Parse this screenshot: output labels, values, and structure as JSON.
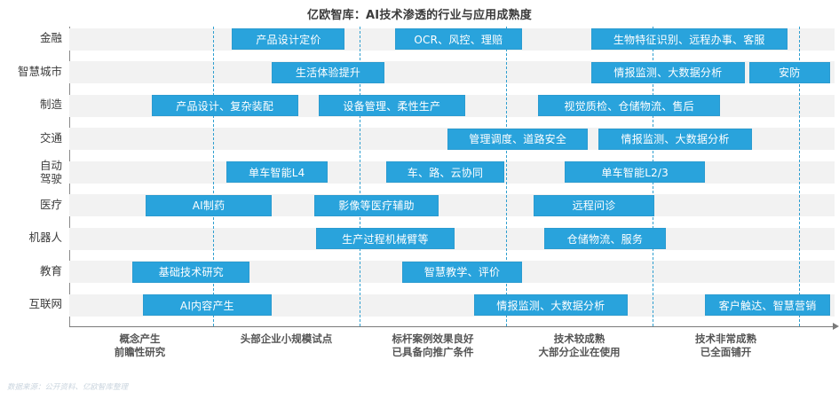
{
  "title": "亿欧智库：AI技术渗透的行业与应用成熟度",
  "source_note": "数据来源：公开资料、亿欧智库整理",
  "colors": {
    "bar": "#29a3dc",
    "bar_border": "#2b9bd0",
    "row_band": "#f2f2f2",
    "gridline": "#2f9fd0",
    "axis": "#7a7a7a",
    "title_text": "#3b3b3b"
  },
  "chart_data": {
    "type": "bar",
    "chart_kind": "maturity-timeline",
    "title": "亿欧智库：AI技术渗透的行业与应用成熟度",
    "xlabel": "",
    "ylabel": "",
    "grid": true,
    "legend": "none",
    "xlim": [
      0,
      5
    ],
    "x_stage_labels": [
      "概念产生\n前瞻性研究",
      "头部企业小规模试点",
      "标杆案例效果良好\n已具备向推广条件",
      "技术较成熟\n大部分企业在使用",
      "技术非常成熟\n已全面铺开"
    ],
    "categories": [
      "金融",
      "智慧城市",
      "制造",
      "交通",
      "自动驾驶",
      "医疗",
      "机器人",
      "教育",
      "互联网"
    ],
    "rows": [
      {
        "label": "金融",
        "label_lines": [
          "金融"
        ],
        "bars": [
          {
            "text": "产品设计定价",
            "start": 1.13,
            "end": 1.9
          },
          {
            "text": "OCR、风控、理赔",
            "start": 2.24,
            "end": 3.11
          },
          {
            "text": "生物特征识别、远程办事、客服",
            "start": 3.58,
            "end": 4.92
          }
        ]
      },
      {
        "label": "智慧城市",
        "label_lines": [
          "智慧城市"
        ],
        "bars": [
          {
            "text": "生活体验提升",
            "start": 1.4,
            "end": 2.17
          },
          {
            "text": "情报监测、大数据分析",
            "start": 3.58,
            "end": 4.63
          },
          {
            "text": "安防",
            "start": 4.66,
            "end": 5.21
          }
        ]
      },
      {
        "label": "制造",
        "label_lines": [
          "制造"
        ],
        "bars": [
          {
            "text": "产品设计、复杂装配",
            "start": 0.58,
            "end": 1.58
          },
          {
            "text": "设备管理、柔性生产",
            "start": 1.72,
            "end": 2.72
          },
          {
            "text": "视觉质检、仓储物流、售后",
            "start": 3.22,
            "end": 4.46
          }
        ]
      },
      {
        "label": "交通",
        "label_lines": [
          "交通"
        ],
        "bars": [
          {
            "text": "管理调度、道路安全",
            "start": 2.6,
            "end": 3.56
          },
          {
            "text": "情报监测、大数据分析",
            "start": 3.63,
            "end": 4.68
          }
        ]
      },
      {
        "label": "自动驾驶",
        "label_lines": [
          "自动",
          "驾驶"
        ],
        "bars": [
          {
            "text": "单车智能L4",
            "start": 1.09,
            "end": 1.78
          },
          {
            "text": "车、路、云协同",
            "start": 2.18,
            "end": 2.99
          },
          {
            "text": "单车智能L2/3",
            "start": 3.4,
            "end": 4.36
          }
        ]
      },
      {
        "label": "医疗",
        "label_lines": [
          "医疗"
        ],
        "bars": [
          {
            "text": "AI制药",
            "start": 0.54,
            "end": 1.4
          },
          {
            "text": "影像等医疗辅助",
            "start": 1.69,
            "end": 2.54
          },
          {
            "text": "远程问诊",
            "start": 3.19,
            "end": 4.01
          }
        ]
      },
      {
        "label": "机器人",
        "label_lines": [
          "机器人"
        ],
        "bars": [
          {
            "text": "生产过程机械臂等",
            "start": 1.7,
            "end": 2.65
          },
          {
            "text": "仓储物流、服务",
            "start": 3.26,
            "end": 4.09
          }
        ]
      },
      {
        "label": "教育",
        "label_lines": [
          "教育"
        ],
        "bars": [
          {
            "text": "基础技术研究",
            "start": 0.45,
            "end": 1.25
          },
          {
            "text": "智慧教学、评价",
            "start": 2.29,
            "end": 3.11
          }
        ]
      },
      {
        "label": "互联网",
        "label_lines": [
          "互联网"
        ],
        "bars": [
          {
            "text": "AI内容产生",
            "start": 0.52,
            "end": 1.4
          },
          {
            "text": "情报监测、大数据分析",
            "start": 2.78,
            "end": 3.83
          },
          {
            "text": "客户触达、智慧营销",
            "start": 4.36,
            "end": 5.21
          }
        ]
      }
    ]
  }
}
